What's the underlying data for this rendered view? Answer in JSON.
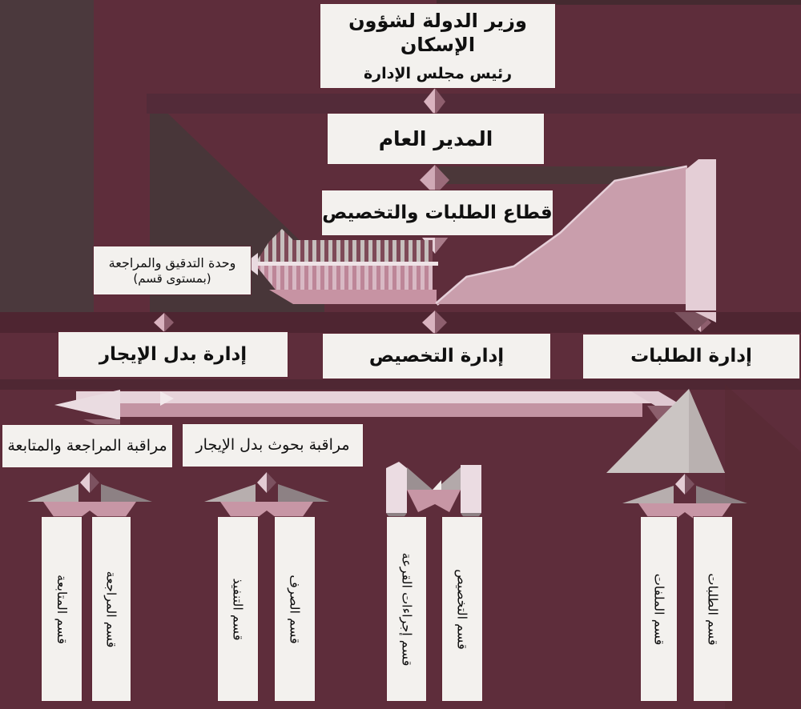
{
  "colors": {
    "background": "#5E2D3B",
    "node_background": "#F3F1EE",
    "node_text": "#101010",
    "connector_pink": "#C495A3",
    "connector_light_pink": "#E7D2DA",
    "connector_gray": "#C6BFBD",
    "band_dark": "#4E2531"
  },
  "org_chart": {
    "minister": {
      "title": "وزير الدولة لشؤون الإسكان",
      "subtitle": "رئيس مجلس الإدارة"
    },
    "general_manager": {
      "title": "المدير العام"
    },
    "sector": {
      "title": "قطاع الطلبات والتخصيص"
    },
    "audit_unit": {
      "title": "وحدة التدقيق والمراجعة",
      "subtitle": "(بمستوى قسم)"
    },
    "departments": [
      {
        "label": "إدارة بدل الإيجار"
      },
      {
        "label": "إدارة التخصيص"
      },
      {
        "label": "إدارة الطلبات"
      }
    ],
    "monitoring_units": [
      {
        "label": "مراقبة المراجعة والمتابعة"
      },
      {
        "label": "مراقبة بحوث بدل الإيجار"
      }
    ],
    "sections": [
      "قسم المتابعة",
      "قسم المراجعة",
      "قسم التنفيذ",
      "قسم الصرف",
      "قسم إجراءات القرعة",
      "قسم التخصيص",
      "قسم الملفات",
      "قسم الطلبات"
    ]
  }
}
